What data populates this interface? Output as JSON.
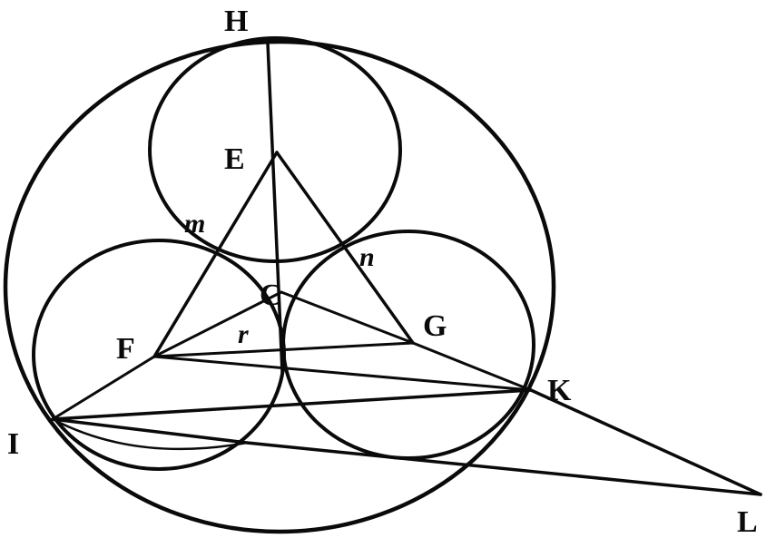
{
  "labels": {
    "H": "H",
    "E": "E",
    "m": "m",
    "n": "n",
    "C": "C",
    "F": "F",
    "r": "r",
    "G": "G",
    "K": "K",
    "I": "I",
    "L": "L"
  },
  "ink_color": "#0a0a0a",
  "background_color": "#ffffff"
}
